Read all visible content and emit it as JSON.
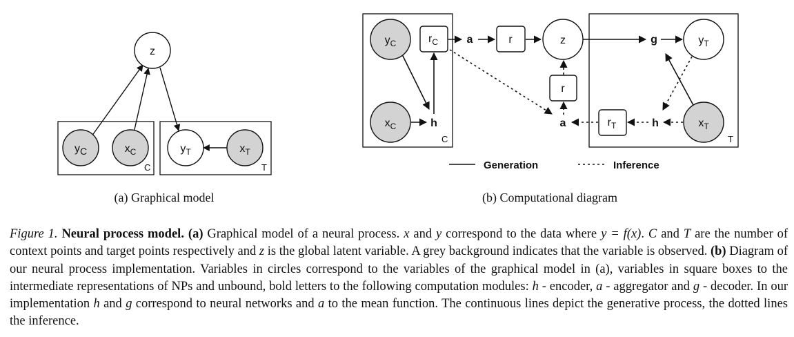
{
  "panel_a": {
    "nodes": {
      "z": "z",
      "yc": {
        "main": "y",
        "sub": "C"
      },
      "xc": {
        "main": "x",
        "sub": "C"
      },
      "yt": {
        "main": "y",
        "sub": "T"
      },
      "xt": {
        "main": "x",
        "sub": "T"
      }
    },
    "plate_c_label": "C",
    "plate_t_label": "T",
    "caption": "(a) Graphical model"
  },
  "panel_b": {
    "nodes": {
      "yc": {
        "main": "y",
        "sub": "C"
      },
      "xc": {
        "main": "x",
        "sub": "C"
      },
      "rc": {
        "main": "r",
        "sub": "C"
      },
      "h1": "h",
      "a_top": "a",
      "r_top": "r",
      "z": "z",
      "r_mid": "r",
      "a_bot": "a",
      "rt": {
        "main": "r",
        "sub": "T"
      },
      "h2": "h",
      "g": "g",
      "yt": {
        "main": "y",
        "sub": "T"
      },
      "xt": {
        "main": "x",
        "sub": "T"
      }
    },
    "plate_c_label": "C",
    "plate_t_label": "T",
    "legend": {
      "generation": "Generation",
      "inference": "Inference"
    },
    "caption": "(b) Computational diagram"
  },
  "colors": {
    "observed_fill": "#d3d3d3",
    "line": "#111111"
  },
  "caption": {
    "label": "Figure 1.",
    "title": "Neural process model.",
    "a_tag": "(a)",
    "a_text1": " Graphical model of a neural process. ",
    "var_x": "x",
    "and1": " and ",
    "var_y": "y",
    "a_text2": " correspond to the data where ",
    "eq": "y = f(x)",
    "a_text3": ". ",
    "var_C": "C",
    "and2": " and ",
    "var_T": "T",
    "a_text4": " are the number of context points and target points respectively and ",
    "var_z": "z",
    "a_text5": " is the global latent variable. A grey background indicates that the variable is observed. ",
    "b_tag": "(b)",
    "b_text1": " Diagram of our neural process implementation. Variables in circles correspond to the variables of the graphical model in (a), variables in square boxes to the intermediate representations of NPs and unbound, bold letters to the following computation modules: ",
    "var_h": "h",
    "b_text2": " - encoder, ",
    "var_a": "a",
    "b_text3": " - aggregator and ",
    "var_g": "g",
    "b_text4": " - decoder. In our implementation ",
    "var_h2": "h",
    "and3": " and ",
    "var_g2": "g",
    "b_text5": " correspond to neural networks and ",
    "var_a2": "a",
    "b_text6": " to the mean function. The continuous lines depict the generative process, the dotted lines the inference."
  }
}
